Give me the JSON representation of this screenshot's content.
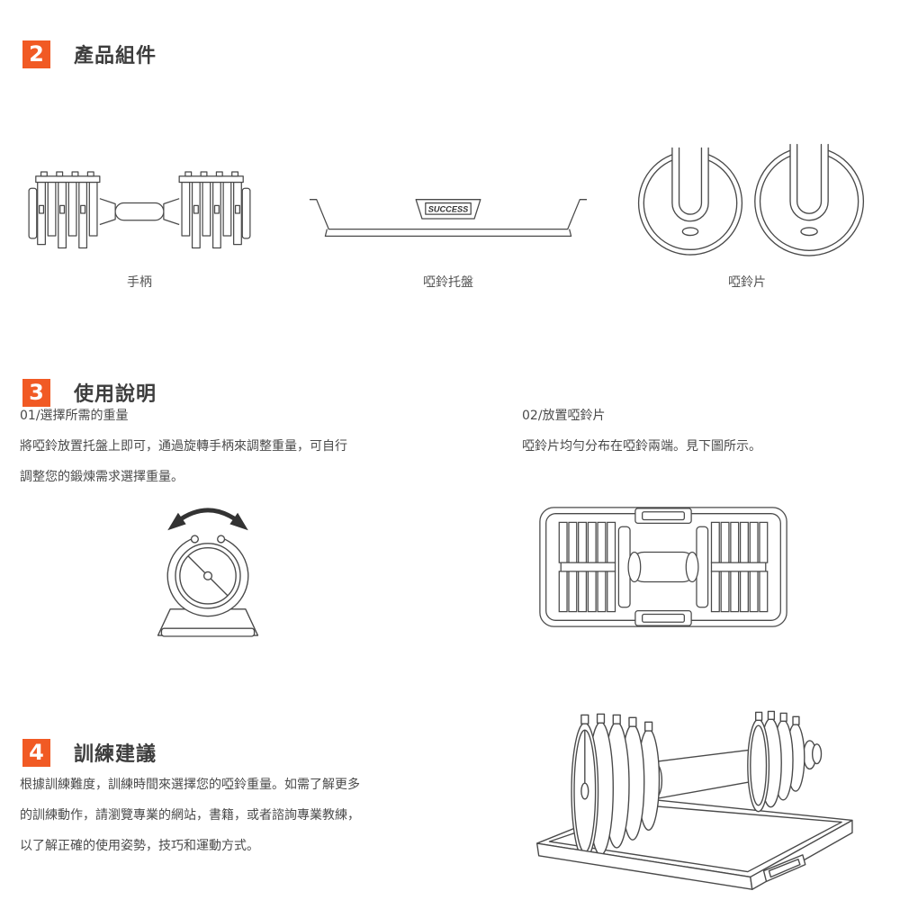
{
  "page": {
    "background": "#ffffff",
    "accent_color": "#f15a24",
    "text_color": "#4a4a4a"
  },
  "sections": {
    "components": {
      "badge": "2",
      "title": "產品組件",
      "items": [
        {
          "name": "handle",
          "caption": "手柄"
        },
        {
          "name": "tray",
          "caption": "啞鈴托盤",
          "label": "SUCCESS"
        },
        {
          "name": "plates",
          "caption": "啞鈴片"
        }
      ]
    },
    "instructions": {
      "badge": "3",
      "title": "使用說明",
      "steps": [
        {
          "heading": "01/選擇所需的重量",
          "lines": [
            "將啞鈴放置托盤上即可，通過旋轉手柄來調整重量，可自行",
            "調整您的鍛煉需求選擇重量。"
          ]
        },
        {
          "heading": "02/放置啞鈴片",
          "lines": [
            "啞鈴片均勻分布在啞鈴兩端。見下圖所示。"
          ]
        }
      ]
    },
    "training": {
      "badge": "4",
      "title": "訓練建議",
      "lines": [
        "根據訓練難度，訓練時間來選擇您的啞鈴重量。如需了解更多",
        "的訓練動作，請瀏覽專業的網站，書籍，或者諮詢專業教練，",
        "以了解正確的使用姿勢，技巧和運動方式。"
      ]
    }
  }
}
